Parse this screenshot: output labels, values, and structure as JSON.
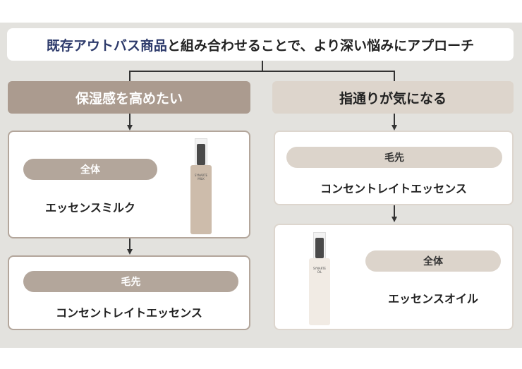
{
  "header": {
    "highlight": "既存アウトバス商品",
    "rest": "と組み合わせることで、より深い悩みにアプローチ"
  },
  "left": {
    "title": "保湿感を高めたい",
    "step1": {
      "tag": "全体",
      "product": "エッセンスミルク",
      "bottle_brand": "SYNARTE",
      "bottle_label": "MILK"
    },
    "step2": {
      "tag": "毛先",
      "product": "コンセントレイトエッセンス"
    }
  },
  "right": {
    "title": "指通りが気になる",
    "step1": {
      "tag": "毛先",
      "product": "コンセントレイトエッセンス"
    },
    "step2": {
      "tag": "全体",
      "product": "エッセンスオイル",
      "bottle_brand": "SYNARTE",
      "bottle_label": "OIL"
    }
  },
  "colors": {
    "accent_blue": "#2d3a6b",
    "brown": "#ab9b8f",
    "beige": "#ddd5cc"
  }
}
